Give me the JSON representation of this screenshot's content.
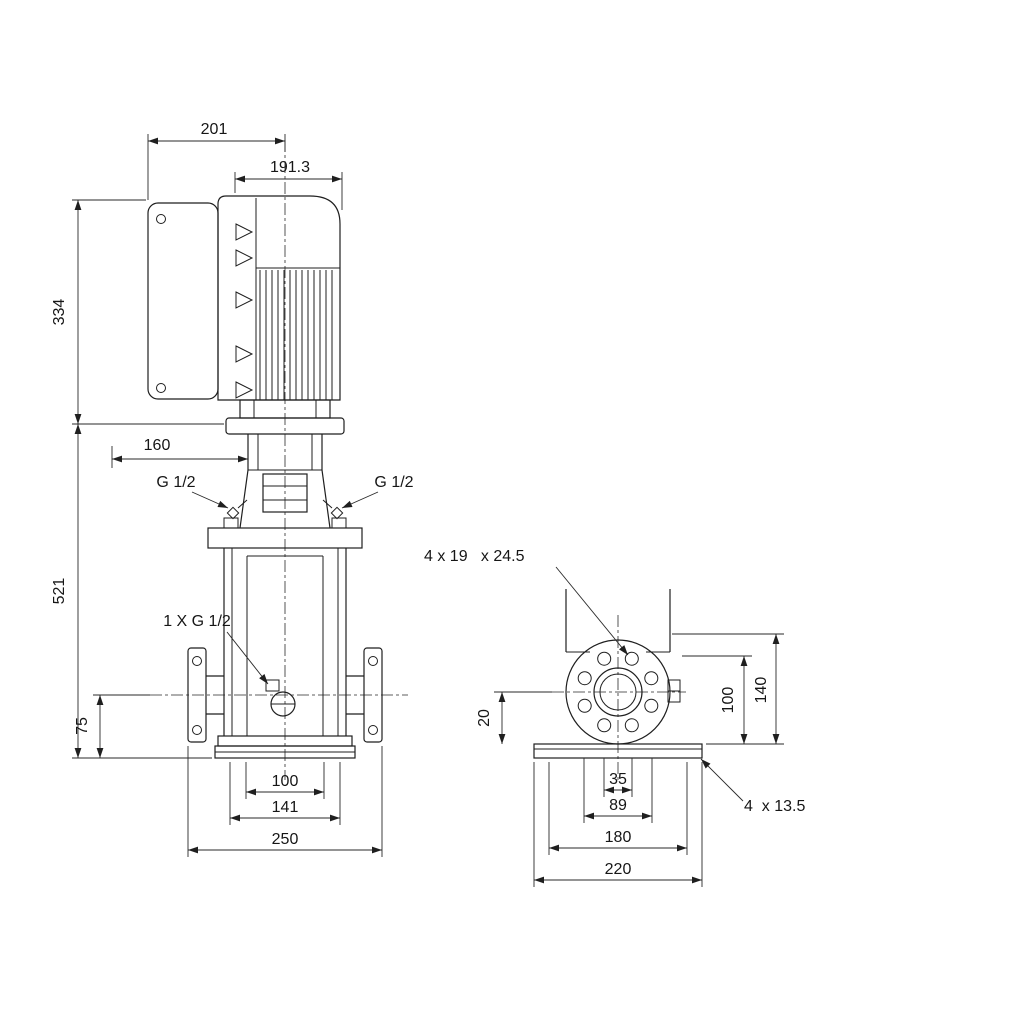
{
  "left_view": {
    "dim_201": "201",
    "dim_191_3": "191.3",
    "dim_334": "334",
    "dim_160": "160",
    "dim_521": "521",
    "port_left": "G 1/2",
    "port_right": "G 1/2",
    "drain_note": "1 X G 1/2",
    "dim_75": "75",
    "dim_100": "100",
    "dim_141": "141",
    "dim_250": "250"
  },
  "right_view": {
    "flange_note": "4 x 19   x 24.5",
    "dim_20": "20",
    "dim_100": "100",
    "dim_140": "140",
    "dim_35": "35",
    "dim_89": "89",
    "dim_180": "180",
    "dim_220": "220",
    "base_note": "4  x 13.5"
  }
}
